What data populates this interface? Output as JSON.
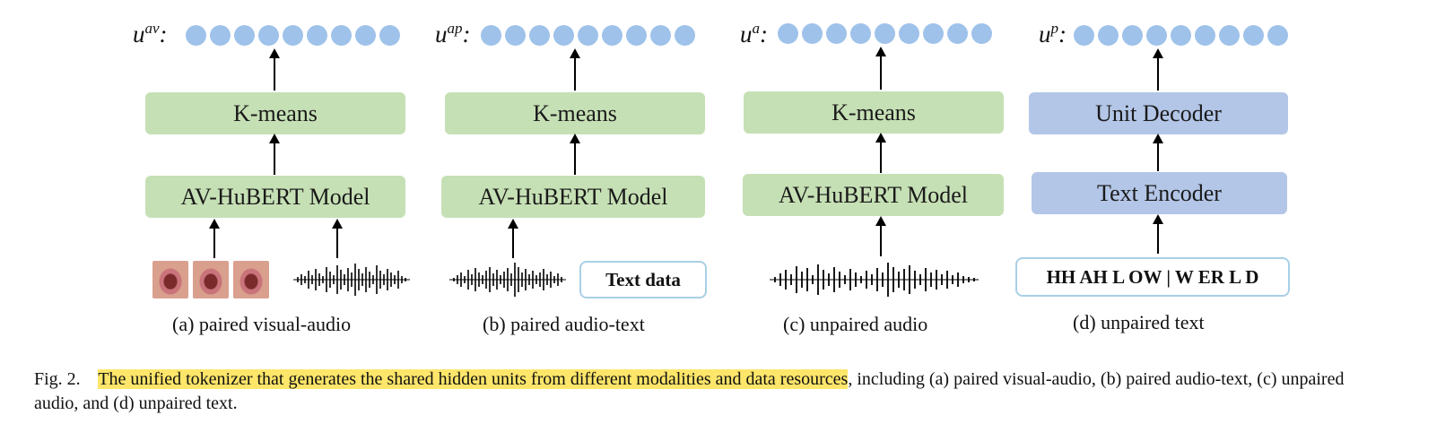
{
  "panels": [
    {
      "unit_base": "u",
      "unit_sup": "av",
      "box_top": "K-means",
      "box_bottom": "AV-HuBERT Model",
      "input_text": "",
      "sublabel": "(a) paired visual-audio"
    },
    {
      "unit_base": "u",
      "unit_sup": "ap",
      "box_top": "K-means",
      "box_bottom": "AV-HuBERT Model",
      "input_text": "Text data",
      "sublabel": "(b) paired audio-text"
    },
    {
      "unit_base": "u",
      "unit_sup": "a",
      "box_top": "K-means",
      "box_bottom": "AV-HuBERT Model",
      "input_text": "",
      "sublabel": "(c) unpaired audio"
    },
    {
      "unit_base": "u",
      "unit_sup": "p",
      "box_top": "Unit Decoder",
      "box_bottom": "Text Encoder",
      "input_text": "HH AH L OW | W ER L D",
      "sublabel": "(d) unpaired text"
    }
  ],
  "caption": {
    "prefix": "Fig. 2.",
    "highlighted": "The unified tokenizer that generates the shared hidden units from different modalities and data resources",
    "rest": ", including (a) paired visual-audio, (b) paired audio-text, (c) unpaired audio, and (d) unpaired text."
  },
  "colors": {
    "unit_dot": "#9fc2ea",
    "kmeans_box": "#c6e0b5",
    "encoder_box": "#b3c6e7",
    "highlight": "#fde66a"
  }
}
